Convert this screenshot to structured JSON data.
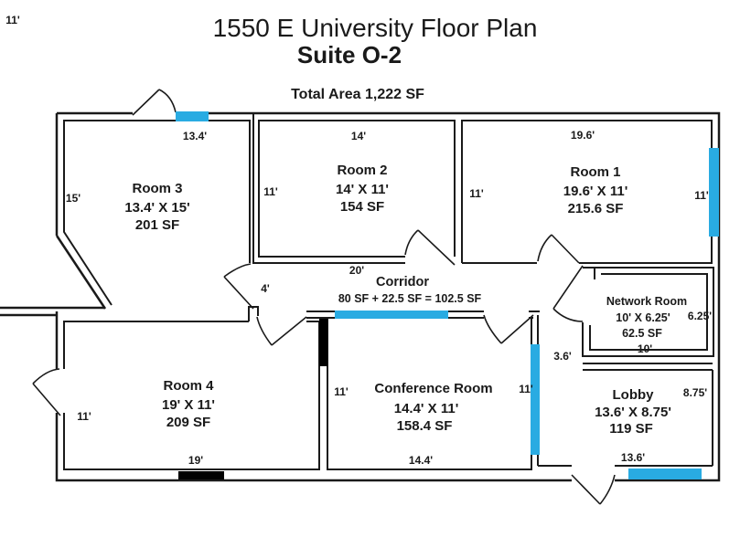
{
  "page": {
    "corner_label": "11'"
  },
  "header": {
    "title": "1550 E University Floor Plan",
    "subtitle": "Suite O-2",
    "total_area": "Total Area 1,222 SF"
  },
  "colors": {
    "window": "#29ABE2",
    "wall": "#1a1a1a",
    "door_bar": "#000000",
    "background": "#ffffff"
  },
  "rooms": {
    "room3": {
      "name": "Room 3",
      "dims": "13.4' X 15'",
      "area": "201 SF"
    },
    "room2": {
      "name": "Room 2",
      "dims": "14' X 11'",
      "area": "154 SF"
    },
    "room1": {
      "name": "Room 1",
      "dims": "19.6' X 11'",
      "area": "215.6 SF"
    },
    "room4": {
      "name": "Room 4",
      "dims": "19' X 11'",
      "area": "209 SF"
    },
    "conference": {
      "name": "Conference Room",
      "dims": "14.4' X 11'",
      "area": "158.4 SF"
    },
    "lobby": {
      "name": "Lobby",
      "dims": "13.6' X 8.75'",
      "area": "119 SF"
    },
    "network": {
      "name": "Network Room",
      "dims": "10' X 6.25'",
      "area": "62.5 SF"
    },
    "corridor": {
      "name": "Corridor",
      "formula": "80 SF + 22.5 SF  =   102.5 SF"
    }
  },
  "dimensions": {
    "top_window": "13.4'",
    "room2_top": "14'",
    "room1_top": "19.6'",
    "room3_left": "15'",
    "room2_left": "11'",
    "room1_left": "11'",
    "room1_right": "11'",
    "corridor_len": "20'",
    "branch": "4'",
    "network_right": "6.25'",
    "network_bottom": "10'",
    "passage": "3.6'",
    "room4_left": "11'",
    "conference_left": "11'",
    "conference_right": "11'",
    "lobby_right": "8.75'",
    "room4_bottom": "19'",
    "conference_bottom": "14.4'",
    "lobby_bottom": "13.6'"
  }
}
